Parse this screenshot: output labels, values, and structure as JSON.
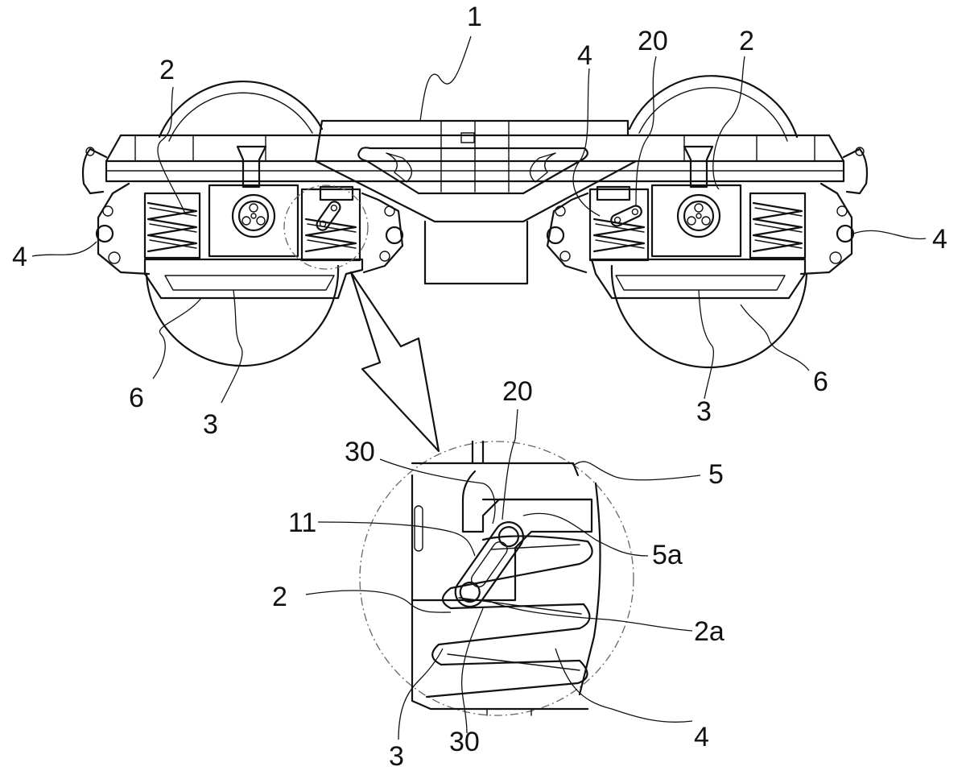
{
  "labels": {
    "frame": "1",
    "axle_spring_left": "2",
    "axle_spring_right": "2",
    "side_left": "4",
    "side_right": "4",
    "spring_upper": "4",
    "link_top": "20",
    "wheel_left": "6",
    "wheel_right": "6",
    "bar_left": "3",
    "bar_right": "3",
    "detail_20": "20",
    "detail_30_top": "30",
    "detail_5": "5",
    "detail_11": "11",
    "detail_5a": "5a",
    "detail_2": "2",
    "detail_2a": "2a",
    "detail_3": "3",
    "detail_30_bottom": "30",
    "detail_4": "4"
  }
}
